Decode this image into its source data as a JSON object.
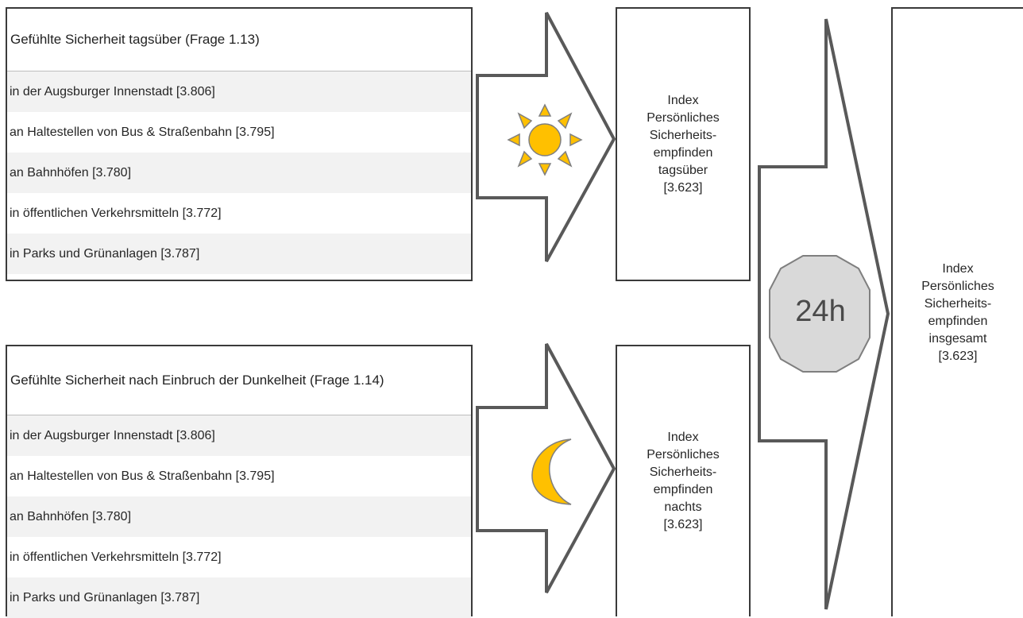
{
  "day_table": {
    "header": "Gefühlte Sicherheit tagsüber (Frage 1.13)",
    "rows": [
      "in der Augsburger Innenstadt [3.806]",
      "an Haltestellen von Bus & Straßenbahn [3.795]",
      "an Bahnhöfen [3.780]",
      "in öffentlichen Verkehrsmitteln [3.772]",
      "in Parks und Grünanlagen [3.787]"
    ]
  },
  "night_table": {
    "header": "Gefühlte Sicherheit nach Einbruch der Dunkelheit (Frage 1.14)",
    "rows": [
      "in der Augsburger Innenstadt [3.806]",
      "an Haltestellen von Bus & Straßenbahn [3.795]",
      "an Bahnhöfen [3.780]",
      "in öffentlichen Verkehrsmitteln [3.772]",
      "in Parks und Grünanlagen [3.787]"
    ]
  },
  "day_index": "Index\nPersönliches\nSicherheits-\nempfinden\ntagsüber\n[3.623]",
  "night_index": "Index\nPersönliches\nSicherheits-\nempfinden\nnachts\n[3.623]",
  "total_index": "Index\nPersönliches\nSicherheits-\nempfinden\ninsgesamt\n[3.623]",
  "octagon_label": "24h",
  "icons": {
    "day": "sun-icon",
    "night": "moon-icon"
  },
  "colors": {
    "icon_fill": "#FFC000",
    "icon_stroke": "#7F7F7F",
    "arrow_stroke": "#595959",
    "octagon_fill": "#D9D9D9",
    "row_shade": "#F2F2F2"
  }
}
